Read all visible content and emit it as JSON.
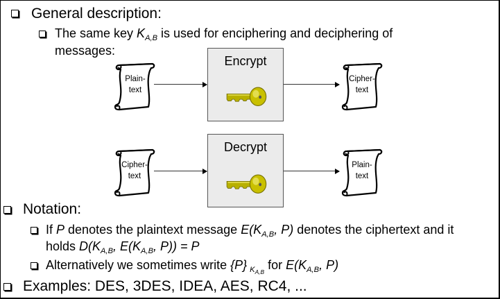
{
  "slide": {
    "general": {
      "heading": "General description:",
      "same_key": {
        "pre": "The same key ",
        "key": "K",
        "key_sub": "A,B",
        "post": " is used for enciphering and deciphering of",
        "line2": "messages:"
      }
    },
    "diagram": {
      "encrypt": {
        "input_label_1": "Plain-",
        "input_label_2": "text",
        "box_title": "Encrypt",
        "output_label_1": "Cipher-",
        "output_label_2": "text",
        "key_icon": "key-icon"
      },
      "decrypt": {
        "input_label_1": "Cipher-",
        "input_label_2": "text",
        "box_title": "Decrypt",
        "output_label_1": "Plain-",
        "output_label_2": "text",
        "key_icon": "key-icon"
      }
    },
    "notation": {
      "heading": "Notation:",
      "item1": {
        "t1": "If ",
        "p": "P",
        "t2": " denotes the plaintext message ",
        "e_open": "E(K",
        "sub": "A,B",
        "e_close": ", P)",
        "t3": " denotes the ciphertext and it",
        "line2_pre": "holds ",
        "d_open": "D(K",
        "d_sub": "A,B",
        "d_mid": ", E(K",
        "d_sub2": "A,B",
        "d_close": ", P)) = P"
      },
      "item2": {
        "t1": "Alternatively we sometimes write ",
        "braces": "{P}",
        "sub_k": "K",
        "sub_ab": "A,B",
        "t2": " for ",
        "e_open": "E(K",
        "e_sub": "A,B",
        "e_close": ", P)"
      }
    },
    "examples": {
      "text": "Examples: DES, 3DES, IDEA, AES, RC4, ..."
    }
  }
}
